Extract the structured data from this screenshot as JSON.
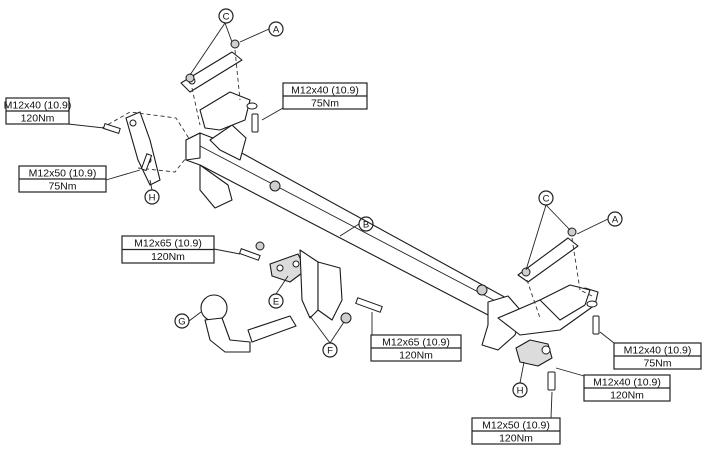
{
  "callouts": {
    "a1": "A",
    "a2": "A",
    "b": "B",
    "c1": "C",
    "c2": "C",
    "e": "E",
    "f": "F",
    "g": "G",
    "h1": "H",
    "h2": "H"
  },
  "specs": {
    "s1": {
      "size": "M12x40 (10.9)",
      "torque": "120Nm"
    },
    "s2": {
      "size": "M12x50 (10.9)",
      "torque": "75Nm"
    },
    "s3": {
      "size": "M12x40 (10.9)",
      "torque": "75Nm"
    },
    "s4": {
      "size": "M12x65 (10.9)",
      "torque": "120Nm"
    },
    "s5": {
      "size": "M12x65 (10.9)",
      "torque": "120Nm"
    },
    "s6": {
      "size": "M12x40 (10.9)",
      "torque": "75Nm"
    },
    "s7": {
      "size": "M12x40 (10.9)",
      "torque": "120Nm"
    },
    "s8": {
      "size": "M12x50 (10.9)",
      "torque": "120Nm"
    }
  }
}
